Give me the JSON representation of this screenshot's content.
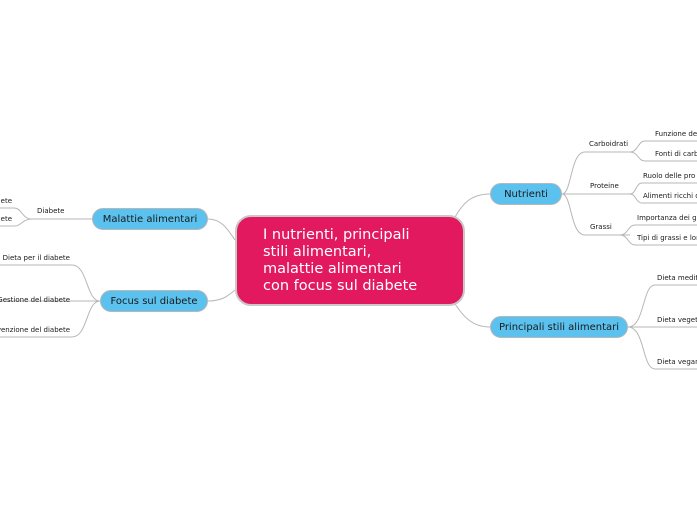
{
  "central_topic": "I nutrienti, principali\nstili alimentari,\nmalattie alimentari\ncon focus sul diabete",
  "branches": {
    "nutrienti": "Nutrienti",
    "stili": "Principali stili alimentari",
    "malattie": "Malattie alimentari",
    "focus": "Focus sul diabete"
  },
  "nutrienti_children": {
    "carboidrati": "Carboidrati",
    "proteine": "Proteine",
    "grassi": "Grassi"
  },
  "carboidrati_children": [
    "Funzione dei",
    "Fonti di carb"
  ],
  "proteine_children": [
    "Ruolo delle pro",
    "Alimenti ricchi d"
  ],
  "grassi_children": [
    "Importanza dei g",
    "Tipi di grassi e lor"
  ],
  "stili_children": [
    "Dieta medit",
    "Dieta veget",
    "Dieta vegan"
  ],
  "malattie_children": {
    "diabete": "Diabete",
    "diabete_children": [
      "ete",
      "ete"
    ]
  },
  "focus_children": [
    "Dieta per il diabete",
    "Gestione del diabete",
    "venzione del diabete"
  ],
  "colors": {
    "central": "#e3195f",
    "main_topic": "#5bc1ee",
    "connector": "#b7b7b7"
  }
}
